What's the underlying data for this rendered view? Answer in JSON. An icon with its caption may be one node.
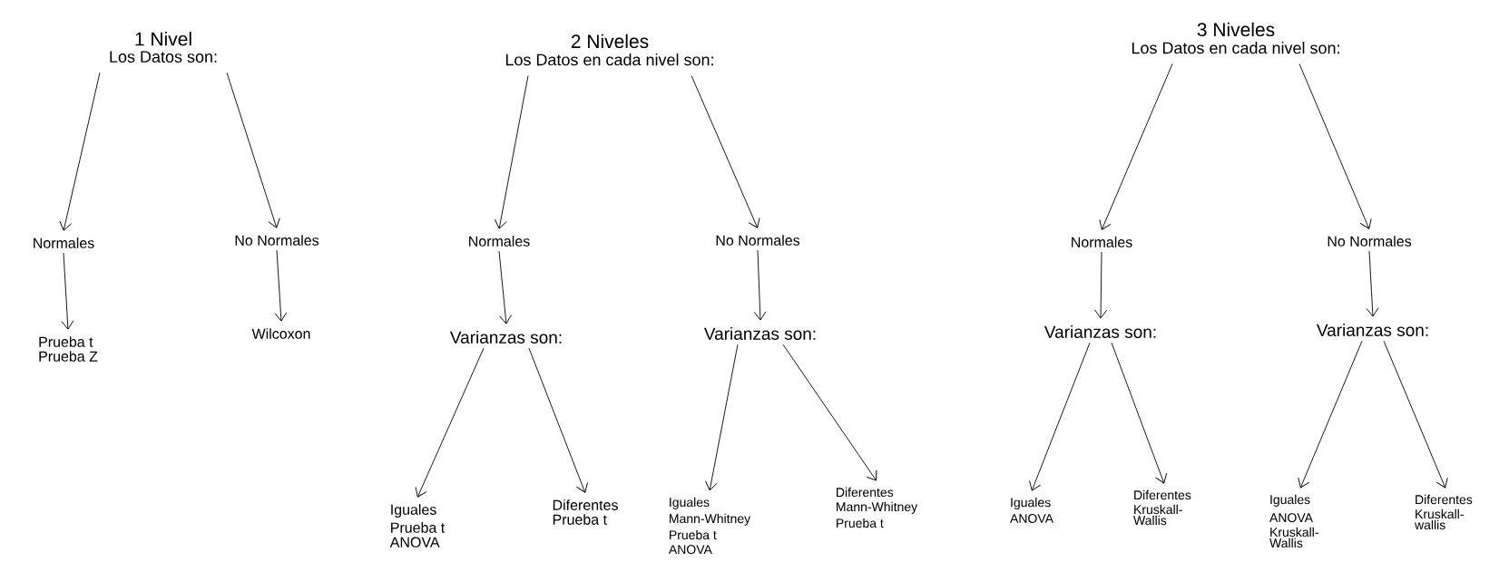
{
  "diagram": {
    "nodes": [
      {
        "text": [
          "1 Nivel",
          "Los Datos son:"
        ]
      },
      {
        "text": [
          "Normales"
        ]
      },
      {
        "text": [
          "No Normales"
        ]
      },
      {
        "text": [
          "Prueba t",
          "Prueba Z"
        ]
      },
      {
        "text": [
          "Wilcoxon"
        ]
      },
      {
        "text": [
          "2 Niveles",
          "Los Datos en cada nivel son:"
        ]
      },
      {
        "text": [
          "Normales"
        ]
      },
      {
        "text": [
          "No Normales"
        ]
      },
      {
        "text": [
          "Varianzas son:"
        ]
      },
      {
        "text": [
          "Varianzas son:"
        ]
      },
      {
        "text": [
          "Iguales",
          "Prueba t",
          "ANOVA"
        ]
      },
      {
        "text": [
          "Diferentes",
          "Prueba t"
        ]
      },
      {
        "text": [
          "Iguales",
          "Mann-Whitney",
          "Prueba t",
          "ANOVA"
        ]
      },
      {
        "text": [
          "Diferentes",
          "Mann-Whitney",
          "Prueba t"
        ]
      },
      {
        "text": [
          "3 Niveles",
          "Los Datos en cada nivel son:"
        ]
      },
      {
        "text": [
          "Normales"
        ]
      },
      {
        "text": [
          "No Normales"
        ]
      },
      {
        "text": [
          "Varianzas son:"
        ]
      },
      {
        "text": [
          "Varianzas son:"
        ]
      },
      {
        "text": [
          "Iguales",
          "ANOVA"
        ]
      },
      {
        "text": [
          "Diferentes",
          "Kruskall-Wallis"
        ]
      },
      {
        "text": [
          "Iguales",
          "ANOVA",
          "Kruskall-Wallis"
        ]
      },
      {
        "text": [
          "Diferentes",
          "Kruskall-wallis"
        ]
      }
    ],
    "edges": [
      {
        "from": 0,
        "to": 1,
        "arrow": "to"
      },
      {
        "from": 0,
        "to": 2,
        "arrow": "to"
      },
      {
        "from": 1,
        "to": 3,
        "arrow": "to"
      },
      {
        "from": 2,
        "to": 4,
        "arrow": "to"
      },
      {
        "from": 5,
        "to": 6,
        "arrow": "to"
      },
      {
        "from": 5,
        "to": 7,
        "arrow": "to"
      },
      {
        "from": 6,
        "to": 8,
        "arrow": "to"
      },
      {
        "from": 7,
        "to": 9,
        "arrow": "to"
      },
      {
        "from": 8,
        "to": 10,
        "arrow": "to"
      },
      {
        "from": 8,
        "to": 11,
        "arrow": "to"
      },
      {
        "from": 9,
        "to": 12,
        "arrow": "to"
      },
      {
        "from": 9,
        "to": 13,
        "arrow": "to"
      },
      {
        "from": 14,
        "to": 15,
        "arrow": "to"
      },
      {
        "from": 14,
        "to": 16,
        "arrow": "to"
      },
      {
        "from": 15,
        "to": 17,
        "arrow": "to"
      },
      {
        "from": 16,
        "to": 18,
        "arrow": "to"
      },
      {
        "from": 17,
        "to": 19,
        "arrow": "to"
      },
      {
        "from": 17,
        "to": 20,
        "arrow": "to"
      },
      {
        "from": 18,
        "to": 21,
        "arrow": "to"
      },
      {
        "from": 18,
        "to": 22,
        "arrow": "to"
      }
    ]
  }
}
